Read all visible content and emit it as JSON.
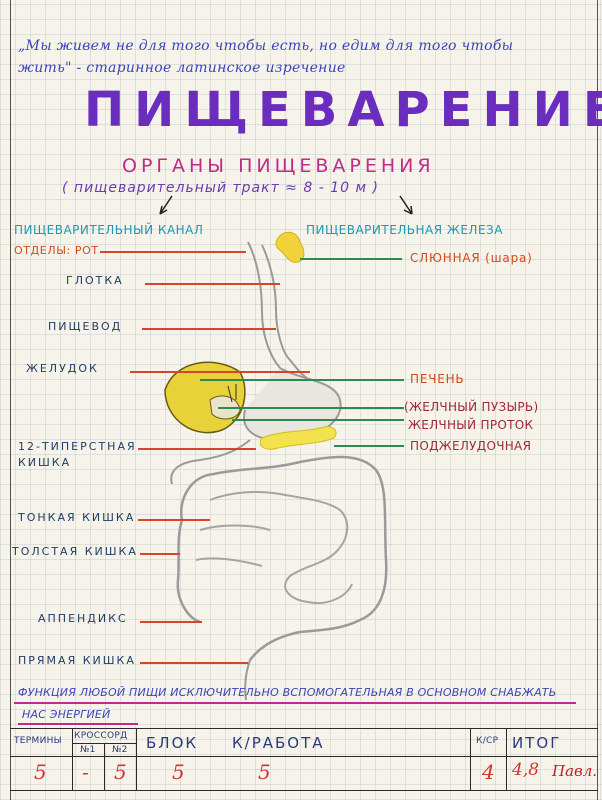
{
  "epigraph": {
    "line1": "„Мы живем не для того чтобы есть, но едим для того чтобы",
    "line2": "жить\" - старинное латинское изречение"
  },
  "title": "ПИЩЕВАРЕНИЕ",
  "subtitle": "ОРГАНЫ ПИЩЕВАРЕНИЯ",
  "subtitle_note": "( пищеварительный тракт ≈ 8 - 10 м )",
  "left_header": "ПИЩЕВАРИТЕЛЬНЫЙ КАНАЛ",
  "right_header": "ПИЩЕВАРИТЕЛЬНАЯ ЖЕЛЕЗА",
  "canal": {
    "sections_label": "ОТДЕЛЫ:",
    "mouth": "РОТ",
    "pharynx": "ГЛОТКА",
    "esophagus": "ПИЩЕВОД",
    "stomach": "ЖЕЛУДОК",
    "duodenum_1": "12-ТИПЕРСТНАЯ",
    "duodenum_2": "КИШКА",
    "small_intestine": "ТОНКАЯ КИШКА",
    "large_intestine": "ТОЛСТАЯ КИШКА",
    "appendix": "АППЕНДИКС",
    "rectum": "ПРЯМАЯ КИШКА"
  },
  "glands": {
    "salivary": "СЛЮННАЯ (шара)",
    "liver": "ПЕЧЕНЬ",
    "gallbladder": "ЖЕЛЧНЫЙ ПУЗЫРЬ",
    "bile_duct": "ЖЕЛЧНЫЙ ПРОТОК",
    "pancreas": "ПОДЖЕЛУДОЧНАЯ"
  },
  "bottom_note": {
    "line1": "ФУНКЦИЯ ЛЮБОЙ ПИЩИ ИСКЛЮЧИТЕЛЬНО ВСПОМОГАТЕЛЬНАЯ В ОСНОВНОМ СНАБЖАТЬ",
    "line2": "НАС ЭНЕРГИЕЙ"
  },
  "table": {
    "terms_header": "ТЕРМИНЫ",
    "cross_header": "КРОССОРД",
    "cross_1": "№1",
    "cross_2": "№2",
    "block_header": "БЛОК",
    "work_header": "К/РАБОТА",
    "ksr_header": "К/СР",
    "total_header": "ИТОГ",
    "terms_value": "5",
    "cross1_value": "-",
    "cross2_value": "5",
    "block_value": "5",
    "work_value": "5",
    "ksr_value": "4",
    "total_value": "4,8",
    "signature": "Павл."
  },
  "colors": {
    "title": "#6a2dbd",
    "subtitle": "#c02b8a",
    "header": "#1e98b3",
    "canal_line": "#d8442a",
    "gland_line": "#2c8a52",
    "gland_label": "#d04a1f",
    "organ_yellow": "#e8d23a"
  }
}
